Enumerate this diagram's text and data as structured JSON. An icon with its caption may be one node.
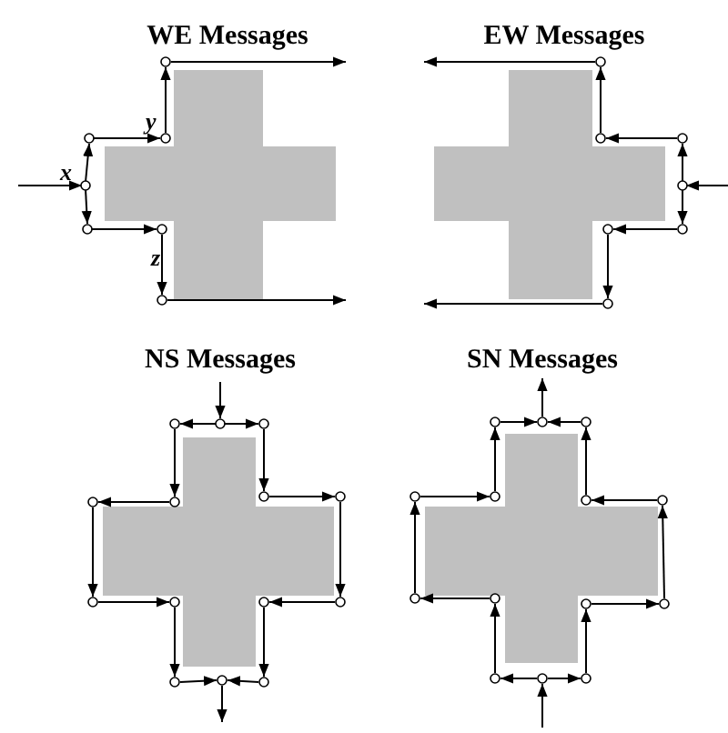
{
  "diagram": {
    "labels": [
      "WE Messages",
      "EW Messages",
      "x",
      "y",
      "z",
      "NS Messages",
      "SN Messages"
    ]
  }
}
